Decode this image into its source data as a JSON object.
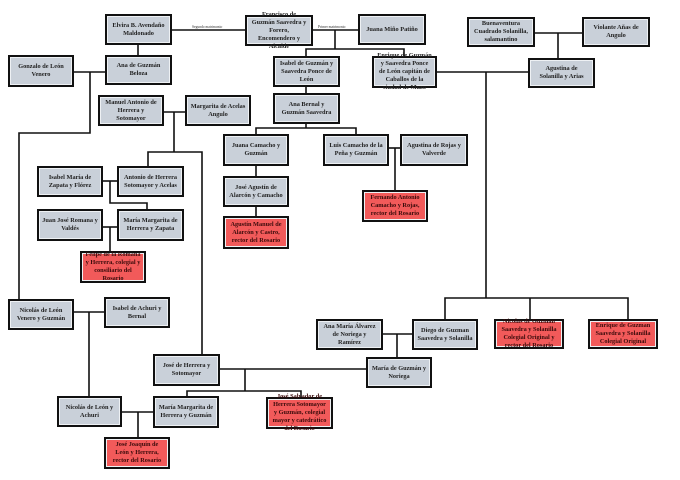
{
  "diagram": {
    "colors": {
      "box": "#c9d0d9",
      "highlight": "#f25a5a",
      "line": "#111111"
    },
    "edge_labels": {
      "second_marriage": "Segundo matrimonio",
      "first_marriage": "Primer matrimonio"
    },
    "people": {
      "elvira": {
        "name": "Elvira B. Avendaño Maldonado",
        "highlight": false
      },
      "francisco": {
        "name": "Francisco de Guzmán Saavedra y Forero, Encomendero y Alcalde",
        "highlight": false
      },
      "juana_mino": {
        "name": "Juana Miño Patiño",
        "highlight": false
      },
      "gonzalo": {
        "name": "Gonzalo de León Venero",
        "highlight": false
      },
      "ana_beloza": {
        "name": "Ana de Guzmán Beloza",
        "highlight": false
      },
      "isabel_guzman": {
        "name": "Isabel de Guzmán y Saavedra Ponce de León",
        "highlight": false
      },
      "enrique_capitan": {
        "name": "Enrique de Guzmán y Saavedra Ponce de León capitán de Caballos de la ciudad de Muzo",
        "highlight": false
      },
      "buenaventura": {
        "name": "Buenaventura Cuadrado Solanilla, salamantino",
        "highlight": false
      },
      "violante": {
        "name": "Violante Añas de Angulo",
        "highlight": false
      },
      "agustina_solanilla": {
        "name": "Agustina de Solanilla y Arias",
        "highlight": false
      },
      "ana_bernal": {
        "name": "Ana Bernal y Guzmán Saavedra",
        "highlight": false
      },
      "manuel": {
        "name": "Manuel Antonio de Herrera y Sotomayor",
        "highlight": false
      },
      "margarita_acelas": {
        "name": "Margarita de Acelas Angulo",
        "highlight": false
      },
      "juana_camacho": {
        "name": "Juana Camacho y Guzmán",
        "highlight": false
      },
      "luis": {
        "name": "Luis Camacho de la Peña y Guzmán",
        "highlight": false
      },
      "agustina_rojas": {
        "name": "Agustina de Rojas y Valverde",
        "highlight": false
      },
      "jose_agustin": {
        "name": "José Agustín de Alarcón y Camacho",
        "highlight": false
      },
      "agustin_manuel": {
        "name": "Agustín Manuel de Alarcón y Castro, rector del Rosario",
        "highlight": true
      },
      "fernando": {
        "name": "Fernando Antonio Camacho y Rojas, rector del Rosario",
        "highlight": true
      },
      "isabel_zapata": {
        "name": "Isabel María de Zapata y Flórez",
        "highlight": false
      },
      "antonio": {
        "name": "Antonio de Herrera Sotomayor y Acelas",
        "highlight": false
      },
      "juan_jose": {
        "name": "Juan José Romana y Valdés",
        "highlight": false
      },
      "maria_margarita_zapata": {
        "name": "María Margarita de Herrera y Zapata",
        "highlight": false
      },
      "felipe": {
        "name": "Felipe de la Romana y Herrera, colegial y consiliario del Rosario",
        "highlight": true
      },
      "nicolas_venero": {
        "name": "Nicolás de León Venero y Guzmán",
        "highlight": false
      },
      "isabel_achuri": {
        "name": "Isabel de Achuri y Bernal",
        "highlight": false
      },
      "ana_alvarez": {
        "name": "Ana María Álvarez de Noriega y Ramírez",
        "highlight": false
      },
      "diego": {
        "name": "Diego de Guzman Saavedra y Solanilla",
        "highlight": false
      },
      "nicolas_guzman": {
        "name": "Nicolas de Guzman Saavedra y Solanilla Colegial Original y rector del Rosario",
        "highlight": true
      },
      "enrique_colegial": {
        "name": "Enrique de Guzman Saavedra y Solanilla Colegial Original",
        "highlight": true
      },
      "maria_noriega": {
        "name": "María de Guzmán y Noriega",
        "highlight": false
      },
      "jose_herrera": {
        "name": "José de Herrera y Sotomayor",
        "highlight": false
      },
      "jose_salvador": {
        "name": "José Salvador de Herrera Sotomayor y Guzmán, colegial mayor y catedrático del Rosario",
        "highlight": true
      },
      "nicolas_achuri": {
        "name": "Nicolás de León y Achuri",
        "highlight": false
      },
      "maria_margarita_guzman": {
        "name": "María Margarita de Herrera y Guzmán",
        "highlight": false
      },
      "jose_joaquin": {
        "name": "José Joaquín de León y Herrera, rector del Rosario",
        "highlight": true
      }
    }
  }
}
